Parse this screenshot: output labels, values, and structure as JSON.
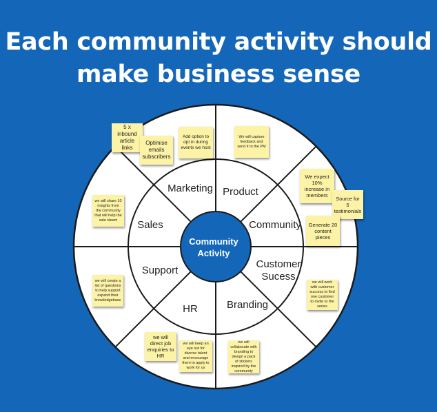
{
  "title": {
    "line1": "Each community activity should",
    "line2": "make business sense"
  },
  "center": {
    "label": "Community Activity"
  },
  "segments": [
    {
      "label": "Marketing"
    },
    {
      "label": "Product"
    },
    {
      "label": "Community"
    },
    {
      "label": "Customer Sucess"
    },
    {
      "label": "Branding"
    },
    {
      "label": "HR"
    },
    {
      "label": "Support"
    },
    {
      "label": "Sales"
    }
  ],
  "notes": {
    "inbound_links": "5 x inbound article links",
    "optimise_emails": "Optimise emails subscribers",
    "opt_in_events": "Add option to opt in during events we host",
    "capture_feedback": "We will capture feedback and send it to the PM",
    "increase_members": "We expect 10% increase in members",
    "testimonials": "Source for 5 testimonials",
    "content_pieces": "Generate 20 content pieces",
    "customer_success_invite": "we will work with customer success to find one customer to invite to the series",
    "stickers_pack": "we will collaborate with branding to design a pack of stickers inspired by the community",
    "keep_eye_talent": "we will keep an eye out for diverse talent and encourage them to apply to work for us",
    "job_enquiries": "we will direct job enquiries to HR",
    "support_questions": "we will create a list of questions to help support expand their knowledgebase",
    "sales_insights": "we will share 10 insights from the community that will help the sale steam"
  },
  "colors": {
    "background": "#1467b8",
    "wheel_fill": "#ffffff",
    "wheel_stroke": "#1a1a1a",
    "center_fill": "#1467b8",
    "note_fill": "#fdf3a6"
  }
}
